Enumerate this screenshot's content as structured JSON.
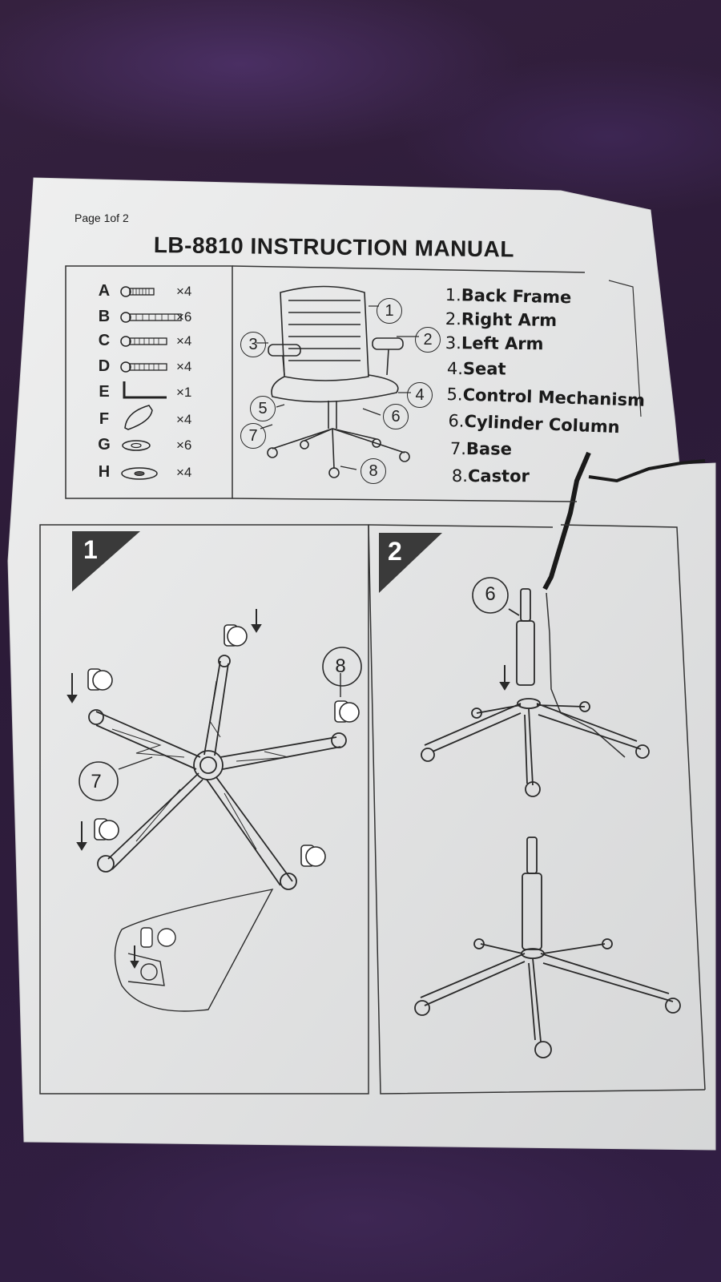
{
  "page_label": "Page 1of 2",
  "title": "LB-8810  INSTRUCTION MANUAL",
  "hardware": [
    {
      "letter": "A",
      "qty": "×4",
      "icon": "bolt-short-icon"
    },
    {
      "letter": "B",
      "qty": "×6",
      "icon": "bolt-long-icon"
    },
    {
      "letter": "C",
      "qty": "×4",
      "icon": "bolt-medium-icon"
    },
    {
      "letter": "D",
      "qty": "×4",
      "icon": "bolt-medium-icon"
    },
    {
      "letter": "E",
      "qty": "×1",
      "icon": "allen-key-icon"
    },
    {
      "letter": "F",
      "qty": "×4",
      "icon": "wedge-icon"
    },
    {
      "letter": "G",
      "qty": "×6",
      "icon": "washer-icon"
    },
    {
      "letter": "H",
      "qty": "×4",
      "icon": "large-washer-icon"
    }
  ],
  "components": [
    {
      "number": "1.",
      "name": "Back Frame"
    },
    {
      "number": "2.",
      "name": "Right Arm"
    },
    {
      "number": "3.",
      "name": "Left Arm"
    },
    {
      "number": "4.",
      "name": "Seat"
    },
    {
      "number": "5.",
      "name": "Control Mechanism"
    },
    {
      "number": "6.",
      "name": "Cylinder Column"
    },
    {
      "number": "7.",
      "name": "Base"
    },
    {
      "number": "8.",
      "name": "Castor"
    }
  ],
  "chair_callouts": [
    "1",
    "2",
    "3",
    "4",
    "5",
    "6",
    "7",
    "8"
  ],
  "steps": [
    {
      "number": "1",
      "callouts": [
        "7",
        "8"
      ]
    },
    {
      "number": "2",
      "callouts": [
        "6"
      ]
    }
  ],
  "colors": {
    "paper": "#e9eaea",
    "ink": "#222222",
    "fabric": "#2f1d3f"
  }
}
